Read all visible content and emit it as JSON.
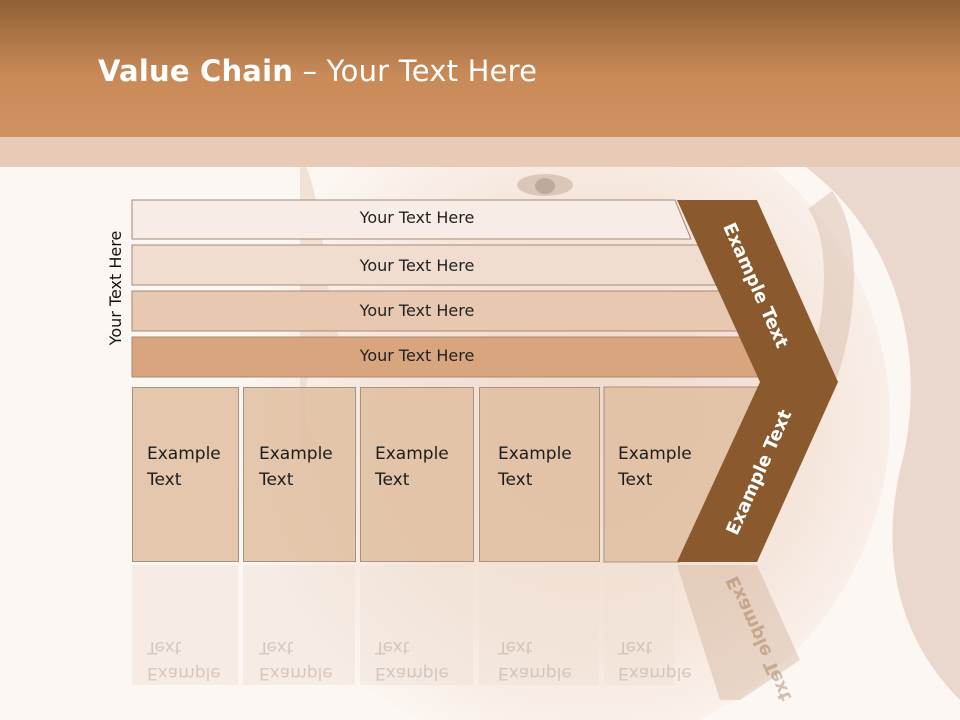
{
  "slide": {
    "title_bold": "Value Chain",
    "title_rest": " – Your Text Here",
    "side_label": "Your Text Here",
    "bars": [
      {
        "label": "Your Text Here"
      },
      {
        "label": "Your Text Here"
      },
      {
        "label": "Your Text Here"
      },
      {
        "label": "Your Text Here"
      }
    ],
    "cells": [
      {
        "label": "Example\nText"
      },
      {
        "label": "Example\nText"
      },
      {
        "label": "Example\nText"
      },
      {
        "label": "Example\nText"
      },
      {
        "label": "Example\nText"
      }
    ],
    "arrow_top_label": "Example Text",
    "arrow_bottom_label": "Example Text"
  },
  "colors": {
    "header_top": "#8f6036",
    "header_bottom": "#d19262",
    "arrow_fill": "#8a5a2e",
    "bar_fill_1": "#f7ede6",
    "bar_fill_2": "#f1ddd0",
    "bar_fill_3": "#e9c8b1",
    "bar_fill_4": "#d9a57f"
  }
}
